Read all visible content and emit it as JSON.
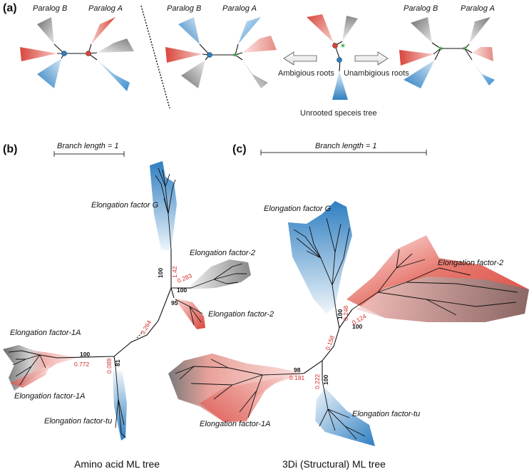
{
  "panels": {
    "a": {
      "label": "(a)",
      "paralog_b": "Paralog B",
      "paralog_a": "Paralog A",
      "ambiguous": "Ambigious roots",
      "unambiguous": "Unambigious roots",
      "unrooted": "Unrooted speceis tree"
    },
    "b": {
      "label": "(b)",
      "scale": "Branch length = 1",
      "title": "Amino acid ML tree",
      "clades": {
        "ef_g": "Elongation factor G",
        "ef2_top": "Elongation factor-2",
        "ef2_bottom": "Elongation factor-2",
        "ef1a_top": "Elongation factor-1A",
        "ef1a_bottom": "Elongation factor-1A",
        "ef_tu": "Elongation factor-tu"
      },
      "support": [
        "100",
        "100",
        "95",
        "100",
        "81"
      ],
      "lengths": [
        "1.42",
        "0.283",
        "3.264",
        "0.772",
        "0.089"
      ]
    },
    "c": {
      "label": "(c)",
      "scale": "Branch length = 1",
      "title": "3Di (Structural) ML tree",
      "clades": {
        "ef_g": "Elongation factor G",
        "ef2": "Elongation factor-2",
        "ef1a": "Elongation factor-1A",
        "ef_tu": "Elongation factor-tu"
      },
      "support": [
        "100",
        "100",
        "98",
        "100"
      ],
      "lengths": [
        "0.248",
        "0.124",
        "0.158",
        "0.181",
        "0.222"
      ]
    }
  },
  "colors": {
    "red": "#d9453c",
    "blue": "#2f7fc1",
    "gray": "#7a7a7a",
    "root_star": "#3aa63a",
    "support_text": "#111111",
    "length_text": "#d42a2a"
  }
}
